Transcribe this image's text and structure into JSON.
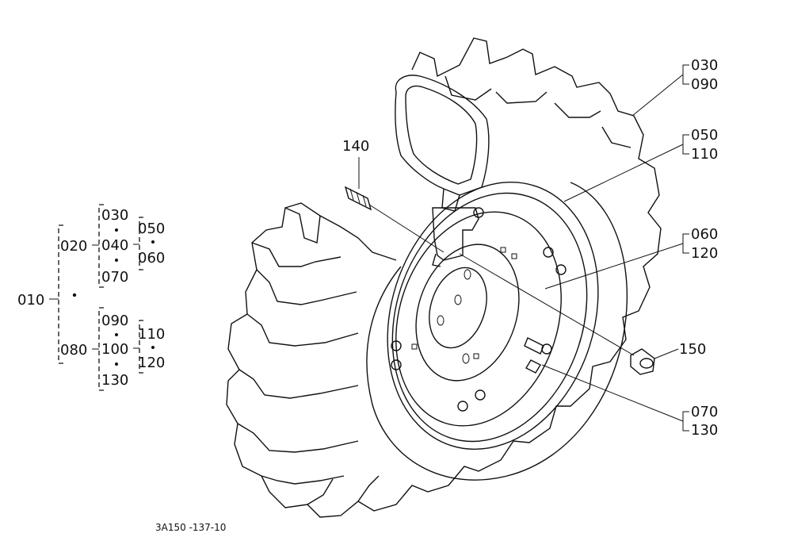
{
  "tree": {
    "root": "010",
    "group_a": "020",
    "group_a_items": [
      "030",
      "040",
      "070"
    ],
    "group_a_sub": [
      "050",
      "060"
    ],
    "group_b": "080",
    "group_b_items": [
      "090",
      "100",
      "130"
    ],
    "group_b_sub": [
      "110",
      "120"
    ]
  },
  "callouts": {
    "tire_a": "030",
    "tire_b": "090",
    "rim_a": "050",
    "rim_b": "110",
    "disc_a": "060",
    "disc_b": "120",
    "stud": "140",
    "nut": "150",
    "bolt_a": "070",
    "bolt_b": "130"
  },
  "drawing_code": "3A150 -137-10"
}
